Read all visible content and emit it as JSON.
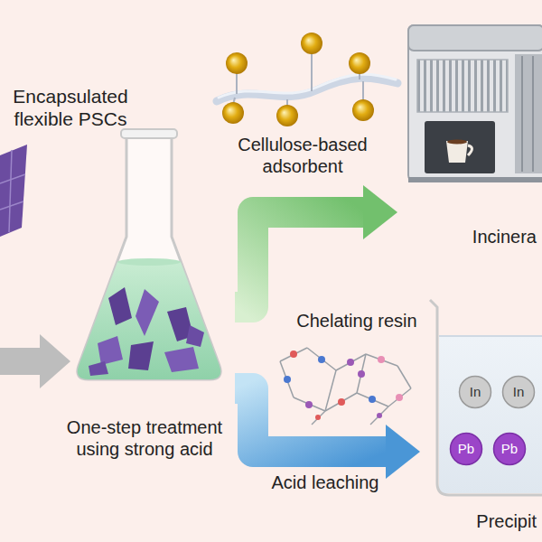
{
  "diagram": {
    "nodes": [
      {
        "text": [
          "Encapsulated flexible PSCs"
        ]
      },
      {
        "text": [
          "One-step treatment using strong acid"
        ]
      },
      {
        "text": [
          "Incinera"
        ]
      },
      {
        "text": [
          "Precipit"
        ]
      },
      {
        "text": [
          "In"
        ],
        "in": 3
      },
      {
        "text": [
          "In"
        ],
        "in": 3
      },
      {
        "text": [
          "Pb"
        ],
        "in": 3
      },
      {
        "text": [
          "Pb"
        ],
        "in": 3
      }
    ],
    "edges": [
      {
        "from": 1,
        "to": 2,
        "arrow": "to"
      },
      {
        "from": 1,
        "to": 3,
        "arrow": "to"
      }
    ],
    "labels": [
      "Cellulose-based adsorbent",
      "Chelating resin",
      "Acid leaching"
    ]
  }
}
